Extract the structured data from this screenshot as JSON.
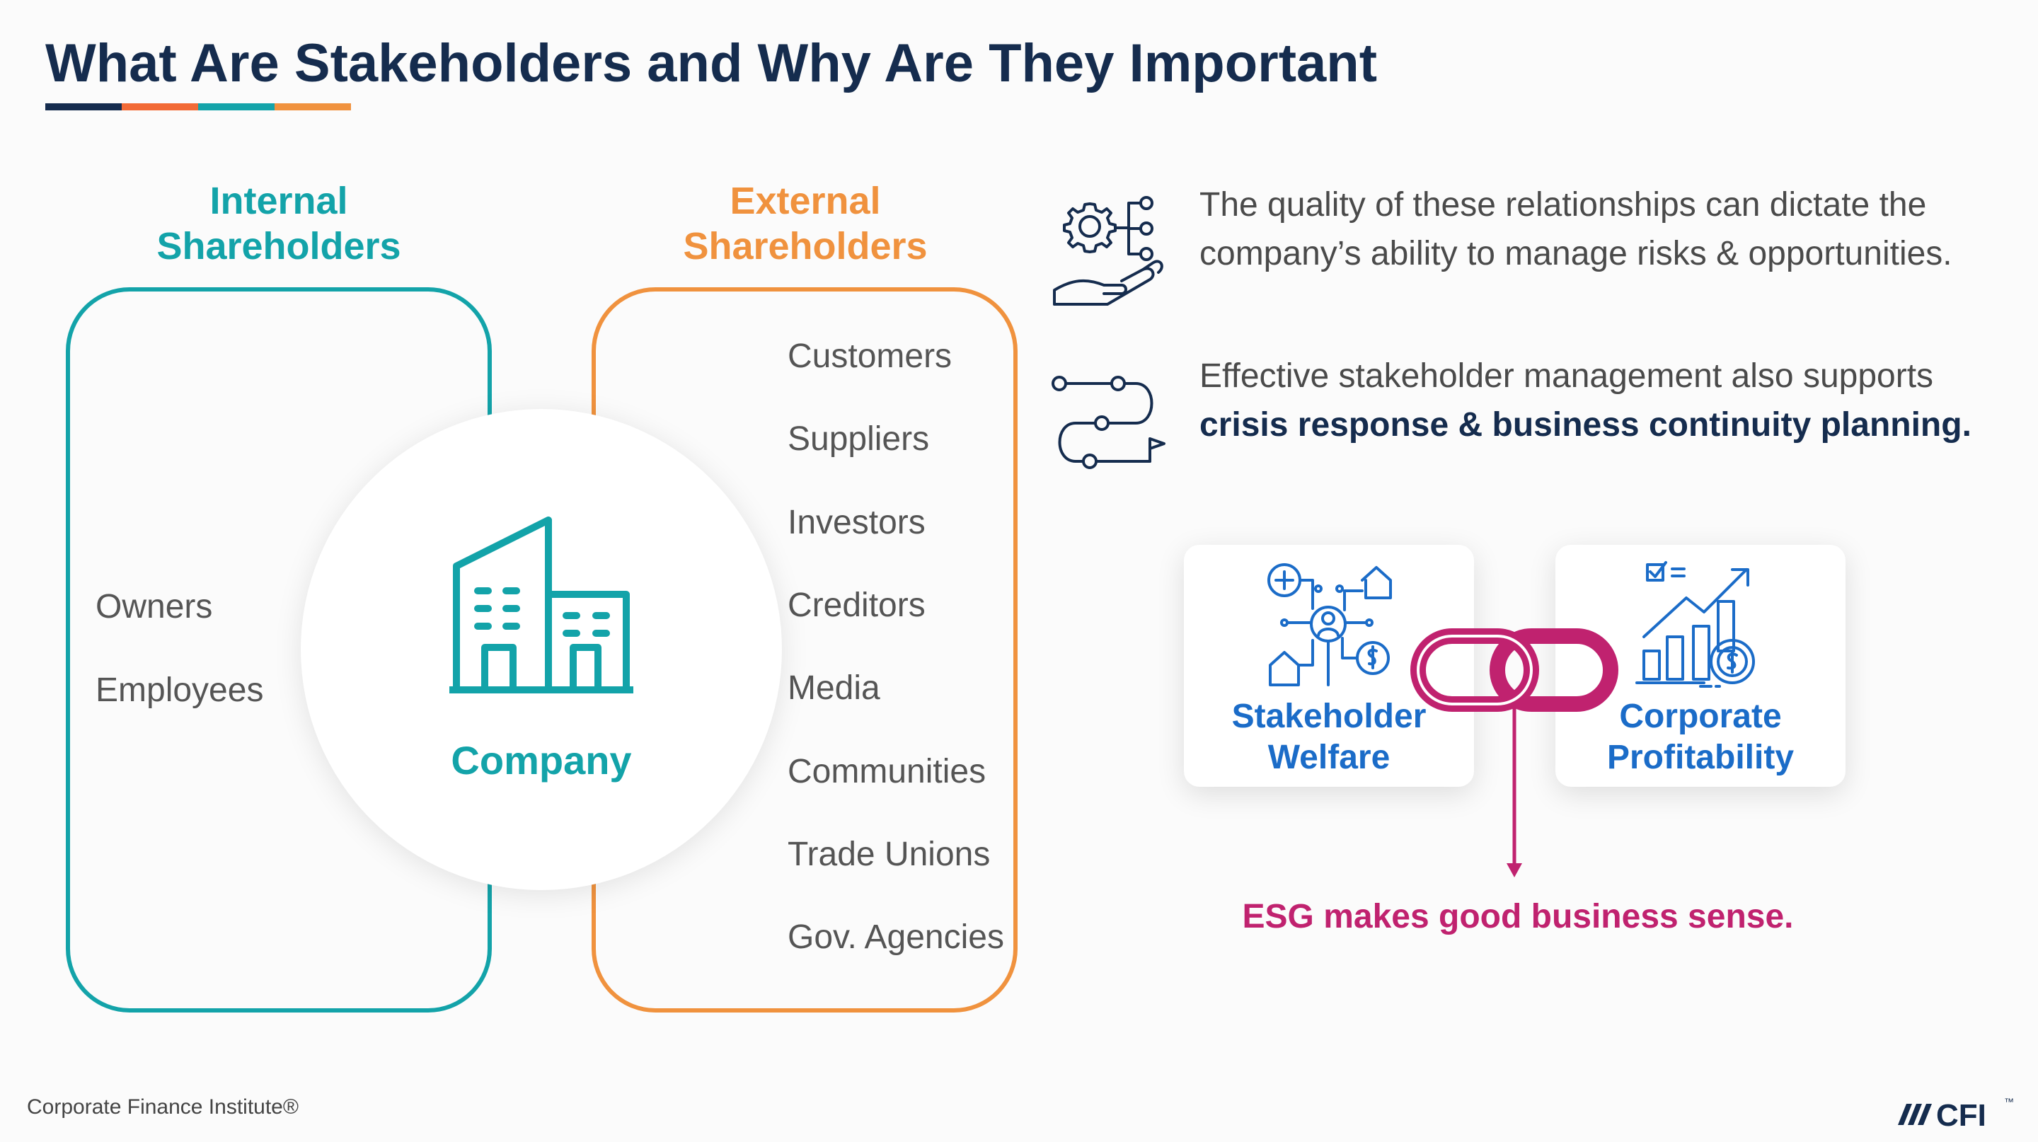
{
  "title": "What Are Stakeholders and Why Are They Important",
  "title_bar_colors": [
    "#152c4e",
    "#f26a36",
    "#13a3a9",
    "#f0923e"
  ],
  "internal": {
    "heading_line1": "Internal",
    "heading_line2": "Shareholders",
    "items": [
      "Owners",
      "Employees"
    ]
  },
  "external": {
    "heading_line1": "External",
    "heading_line2": "Shareholders",
    "items": [
      "Customers",
      "Suppliers",
      "Investors",
      "Creditors",
      "Media",
      "Communities",
      "Trade Unions",
      "Gov. Agencies"
    ]
  },
  "company_label": "Company",
  "para1": "The quality of these relationships can dictate the company’s ability to manage risks & opportunities.",
  "para2": {
    "plain": "Effective stakeholder management also supports ",
    "bold": "crisis response & business continuity planning."
  },
  "cards": {
    "welfare": {
      "line1": "Stakeholder",
      "line2": "Welfare"
    },
    "profit": {
      "line1": "Corporate",
      "line2": "Profitability"
    }
  },
  "esg_text": "ESG makes good business sense.",
  "footer": "Corporate Finance Institute®",
  "logo": {
    "text": "CFI",
    "tm": "™"
  },
  "colors": {
    "navy": "#152c4e",
    "teal": "#13a3a9",
    "orange": "#f0923e",
    "blue": "#1b6cc8",
    "magenta": "#c0226f"
  },
  "icons": [
    "gear-hand-icon",
    "route-icon",
    "building-icon",
    "network-icon",
    "growth-chart-icon",
    "chain-link-icon"
  ]
}
